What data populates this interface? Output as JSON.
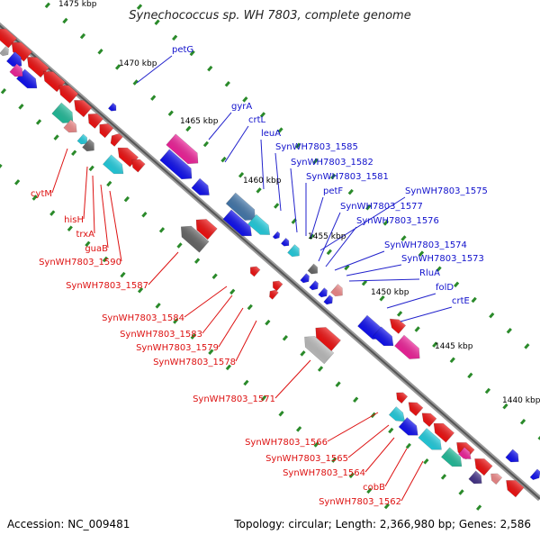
{
  "title": "Synechococcus sp. WH 7803, complete genome",
  "accession": "Accession: NC_009481",
  "topology": "Topology: circular; Length: 2,366,980 bp; Genes: 2,586",
  "colors": {
    "forward": "#0000ee",
    "reverse": "#ee0000",
    "backbone": "#888888",
    "ticks": "#228822"
  },
  "ticks": [
    "1475 kbp",
    "1470 kbp",
    "1465 kbp",
    "1460 kbp",
    "1455 kbp",
    "1450 kbp",
    "1445 kbp",
    "1440 kbp"
  ],
  "genes_forward": [
    "petG",
    "gyrA",
    "crtL",
    "leuA",
    "SynWH7803_1585",
    "SynWH7803_1582",
    "SynWH7803_1581",
    "petF",
    "SynWH7803_1575",
    "SynWH7803_1577",
    "SynWH7803_1576",
    "SynWH7803_1574",
    "SynWH7803_1573",
    "RluA",
    "folD",
    "crtE"
  ],
  "genes_reverse": [
    "cytM",
    "hisH",
    "trxA",
    "guaB",
    "SynWH7803_1590",
    "SynWH7803_1587",
    "SynWH7803_1584",
    "SynWH7803_1583",
    "SynWH7803_1579",
    "SynWH7803_1578",
    "SynWH7803_1571",
    "SynWH7803_1566",
    "SynWH7803_1565",
    "SynWH7803_1564",
    "cobB",
    "SynWH7803_1562"
  ]
}
